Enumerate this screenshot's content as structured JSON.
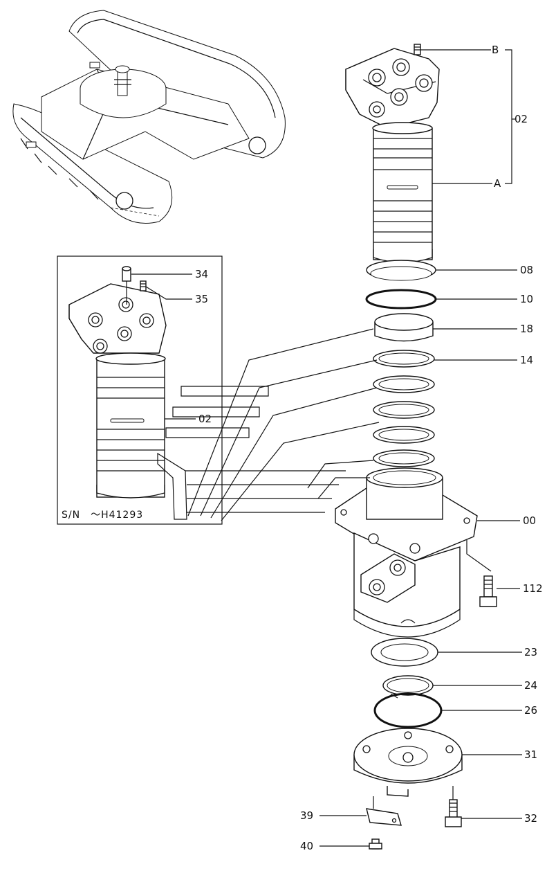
{
  "callouts": {
    "b": "B",
    "a": "A",
    "group_02": "02",
    "p08": "08",
    "p10": "10",
    "p18": "18",
    "p14": "14",
    "p00": "00",
    "p112": "112",
    "p23": "23",
    "p24": "24",
    "p26": "26",
    "p31": "31",
    "p32": "32",
    "p39": "39",
    "p40": "40"
  },
  "inset": {
    "p34": "34",
    "p35": "35",
    "p02": "02",
    "serial_note": "S/N　～H41293"
  }
}
